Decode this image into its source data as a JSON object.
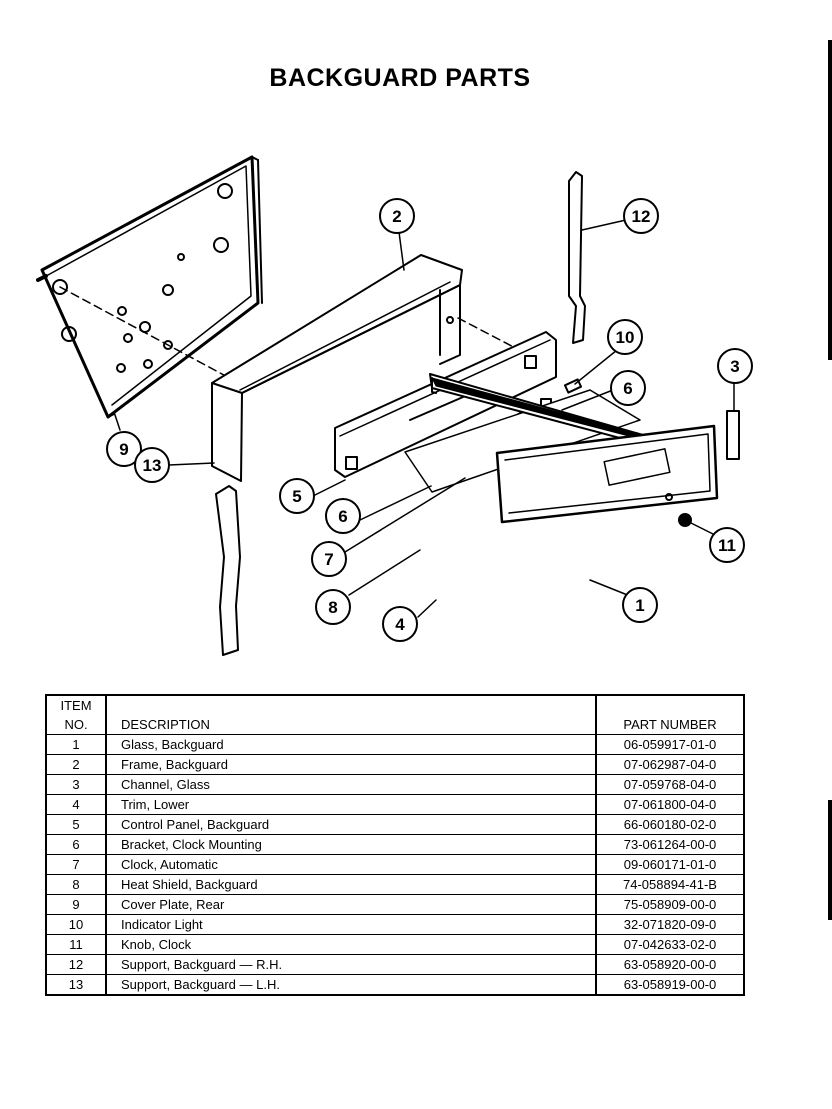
{
  "title": "BACKGUARD PARTS",
  "callouts": [
    "1",
    "2",
    "3",
    "4",
    "5",
    "6",
    "6",
    "7",
    "8",
    "9",
    "10",
    "11",
    "12",
    "13"
  ],
  "table": {
    "headers": {
      "item_line1": "ITEM",
      "item_line2": "NO.",
      "description": "DESCRIPTION",
      "part_number": "PART NUMBER"
    },
    "rows": [
      {
        "no": "1",
        "description": "Glass, Backguard",
        "part_number": "06-059917-01-0"
      },
      {
        "no": "2",
        "description": "Frame, Backguard",
        "part_number": "07-062987-04-0"
      },
      {
        "no": "3",
        "description": "Channel, Glass",
        "part_number": "07-059768-04-0"
      },
      {
        "no": "4",
        "description": "Trim, Lower",
        "part_number": "07-061800-04-0"
      },
      {
        "no": "5",
        "description": "Control Panel, Backguard",
        "part_number": "66-060180-02-0"
      },
      {
        "no": "6",
        "description": "Bracket, Clock Mounting",
        "part_number": "73-061264-00-0"
      },
      {
        "no": "7",
        "description": "Clock, Automatic",
        "part_number": "09-060171-01-0"
      },
      {
        "no": "8",
        "description": "Heat Shield, Backguard",
        "part_number": "74-058894-41-B"
      },
      {
        "no": "9",
        "description": "Cover Plate, Rear",
        "part_number": "75-058909-00-0"
      },
      {
        "no": "10",
        "description": "Indicator Light",
        "part_number": "32-071820-09-0"
      },
      {
        "no": "11",
        "description": "Knob, Clock",
        "part_number": "07-042633-02-0"
      },
      {
        "no": "12",
        "description": "Support, Backguard — R.H.",
        "part_number": "63-058920-00-0"
      },
      {
        "no": "13",
        "description": "Support, Backguard — L.H.",
        "part_number": "63-058919-00-0"
      }
    ]
  }
}
